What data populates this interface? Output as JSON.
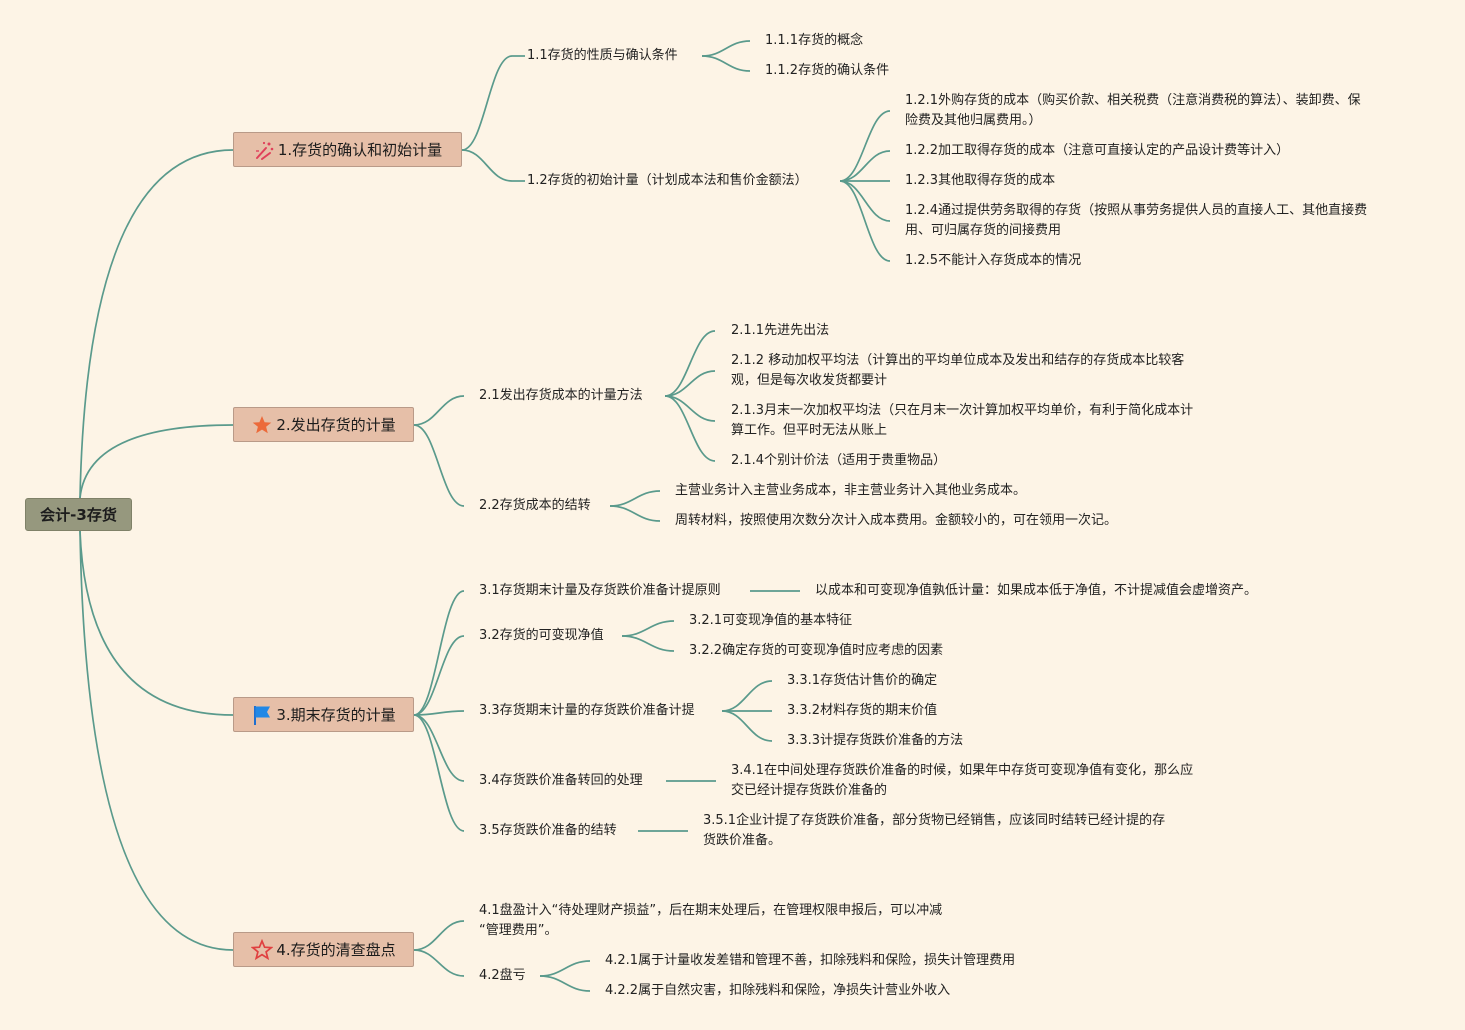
{
  "root": "会计-3存货",
  "sections": [
    {
      "label": "1.存货的确认和初始计量",
      "icon": "fireworks-icon",
      "children": [
        {
          "label": "1.1存货的性质与确认条件",
          "children": [
            "1.1.1存货的概念",
            "1.1.2存货的确认条件"
          ]
        },
        {
          "label": "1.2存货的初始计量（计划成本法和售价金额法）",
          "children": [
            [
              "1.2.1外购存货的成本（购买价款、相关税费（注意消费税的算法）、装卸费、保",
              "险费及其他归属费用。）"
            ],
            "1.2.2加工取得存货的成本（注意可直接认定的产品设计费等计入）",
            "1.2.3其他取得存货的成本",
            [
              "1.2.4通过提供劳务取得的存货（按照从事劳务提供人员的直接人工、其他直接费",
              "用、可归属存货的间接费用"
            ],
            "1.2.5不能计入存货成本的情况"
          ]
        }
      ]
    },
    {
      "label": "2.发出存货的计量",
      "icon": "star-filled-icon",
      "children": [
        {
          "label": "2.1发出存货成本的计量方法",
          "children": [
            "2.1.1先进先出法",
            [
              "2.1.2 移动加权平均法（计算出的平均单位成本及发出和结存的存货成本比较客",
              "观，但是每次收发货都要计"
            ],
            [
              "2.1.3月末一次加权平均法（只在月末一次计算加权平均单价，有利于简化成本计",
              "算工作。但平时无法从账上"
            ],
            "2.1.4个别计价法（适用于贵重物品）"
          ]
        },
        {
          "label": "2.2存货成本的结转",
          "children": [
            "主营业务计入主营业务成本，非主营业务计入其他业务成本。",
            "周转材料，按照使用次数分次计入成本费用。金额较小的，可在领用一次记。"
          ]
        }
      ]
    },
    {
      "label": "3.期末存货的计量",
      "icon": "flag-icon",
      "children": [
        {
          "label": "3.1存货期末计量及存货跌价准备计提原则",
          "children": [
            "以成本和可变现净值孰低计量：如果成本低于净值，不计提减值会虚增资产。"
          ]
        },
        {
          "label": "3.2存货的可变现净值",
          "children": [
            "3.2.1可变现净值的基本特征",
            "3.2.2确定存货的可变现净值时应考虑的因素"
          ]
        },
        {
          "label": "3.3存货期末计量的存货跌价准备计提",
          "children": [
            "3.3.1存货估计售价的确定",
            "3.3.2材料存货的期末价值",
            "3.3.3计提存货跌价准备的方法"
          ]
        },
        {
          "label": "3.4存货跌价准备转回的处理",
          "children": [
            [
              "3.4.1在中间处理存货跌价准备的时候，如果年中存货可变现净值有变化，那么应",
              "交已经计提存货跌价准备的"
            ]
          ]
        },
        {
          "label": "3.5存货跌价准备的结转",
          "children": [
            [
              "3.5.1企业计提了存货跌价准备，部分货物已经销售，应该同时结转已经计提的存",
              "货跌价准备。"
            ]
          ]
        }
      ]
    },
    {
      "label": "4.存货的清查盘点",
      "icon": "star-outline-icon",
      "children": [
        {
          "label": [
            "4.1盘盈计入“待处理财产损益”，后在期末处理后，在管理权限申报后，可以冲减",
            "“管理费用”。"
          ],
          "children": []
        },
        {
          "label": "4.2盘亏",
          "children": [
            "4.2.1属于计量收发差错和管理不善，扣除残料和保险，损失计管理费用",
            "4.2.2属于自然灾害，扣除残料和保险，净损失计营业外收入"
          ]
        }
      ]
    }
  ]
}
